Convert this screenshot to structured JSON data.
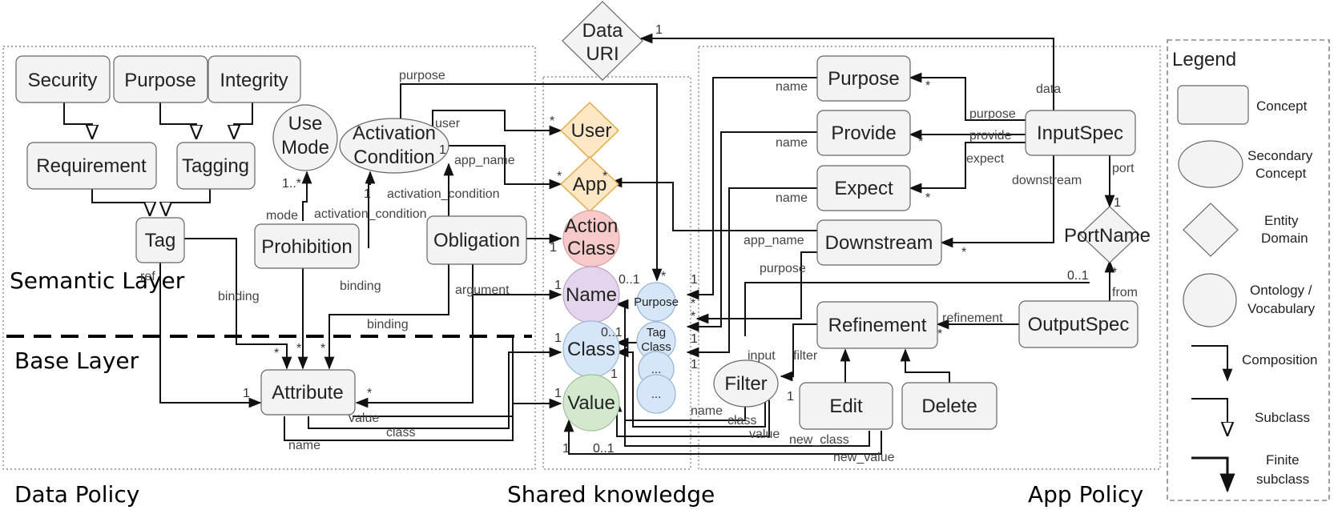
{
  "regions": {
    "data_policy": "Data Policy",
    "shared_knowledge": "Shared knowledge",
    "app_policy": "App Policy",
    "semantic_layer": "Semantic Layer",
    "base_layer": "Base Layer"
  },
  "concepts": {
    "security": "Security",
    "purpose_dp": "Purpose",
    "integrity": "Integrity",
    "requirement": "Requirement",
    "tagging": "Tagging",
    "tag": "Tag",
    "prohibition": "Prohibition",
    "obligation": "Obligation",
    "attribute": "Attribute",
    "purpose_ap": "Purpose",
    "provide": "Provide",
    "expect": "Expect",
    "downstream": "Downstream",
    "inputspec": "InputSpec",
    "outputspec": "OutputSpec",
    "refinement": "Refinement",
    "edit": "Edit",
    "delete": "Delete"
  },
  "secondary": {
    "use_mode_1": "Use",
    "use_mode_2": "Mode",
    "activation_1": "Activation",
    "activation_2": "Condition",
    "filter": "Filter"
  },
  "entities": {
    "data_uri_1": "Data",
    "data_uri_2": "URI",
    "user": "User",
    "app": "App",
    "portname": "PortName"
  },
  "ontology": {
    "action_1": "Action",
    "action_2": "Class",
    "name": "Name",
    "class": "Class",
    "value": "Value",
    "purpose_small": "Purpose",
    "tag_class_1": "Tag",
    "tag_class_2": "Class",
    "dots1": "...",
    "dots2": "..."
  },
  "edges": {
    "purpose_top": "purpose",
    "user": "user",
    "app_name": "app_name",
    "activation_condition_1": "activation_condition",
    "activation_condition_2": "activation_condition",
    "mode": "mode",
    "ref": "ref",
    "binding_1": "binding",
    "binding_2": "binding",
    "binding_3": "binding",
    "argument": "argument",
    "value_dp": "value",
    "class_dp": "class",
    "name_dp": "name",
    "name_1": "name",
    "name_2": "name",
    "name_3": "name",
    "app_name_ap": "app_name",
    "purpose_ap": "purpose",
    "data": "data",
    "purpose_in": "purpose",
    "provide_in": "provide",
    "expect_in": "expect",
    "downstream_in": "downstream",
    "port": "port",
    "refinement": "refinement",
    "from": "from",
    "input": "input",
    "filter": "filter",
    "name_filter": "name",
    "class_filter": "class",
    "value_filter": "value",
    "new_class": "new_class",
    "new_value": "new_value"
  },
  "multiplicities": {
    "m1": "1",
    "m_star": "*",
    "m_1star": "1..*",
    "m_01": "0..1"
  },
  "legend": {
    "title": "Legend",
    "concept": "Concept",
    "secondary_1": "Secondary",
    "secondary_2": "Concept",
    "entity_1": "Entity",
    "entity_2": "Domain",
    "ontology_1": "Ontology /",
    "ontology_2": "Vocabulary",
    "composition": "Composition",
    "subclass": "Subclass",
    "finite_1": "Finite",
    "finite_2": "subclass"
  },
  "colors": {
    "concept_fill": "#f3f3f3",
    "entity_orange": "#fde7c4",
    "entity_stroke": "#e0a940",
    "action_red": "#f8c9c9",
    "name_purple": "#e5d5ec",
    "class_blue": "#d6e6f8",
    "value_green": "#d4e8cf"
  }
}
